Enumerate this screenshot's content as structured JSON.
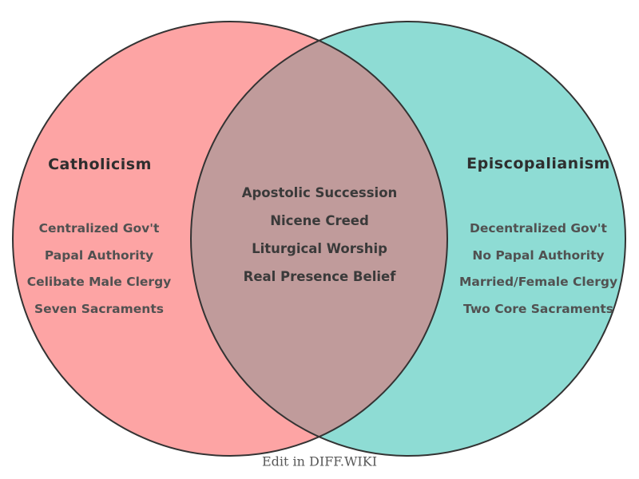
{
  "page": {
    "background_color": "#ffffff",
    "outline_color": "#333333"
  },
  "venn": {
    "left": {
      "title": "Catholicism",
      "color": "#fda4a4",
      "items": [
        "Centralized Gov't",
        "Papal Authority",
        "Celibate Male Clergy",
        "Seven Sacraments"
      ]
    },
    "right": {
      "title": "Episcopalianism",
      "color": "#8edcd4",
      "items": [
        "Decentralized Gov't",
        "No Papal Authority",
        "Married/Female Clergy",
        "Two Core Sacraments"
      ]
    },
    "overlap": {
      "color": "#c09b9b",
      "items": [
        "Apostolic Succession",
        "Nicene Creed",
        "Liturgical Worship",
        "Real Presence Belief"
      ]
    }
  },
  "footer": {
    "label": "Edit in DIFF.WIKI"
  }
}
